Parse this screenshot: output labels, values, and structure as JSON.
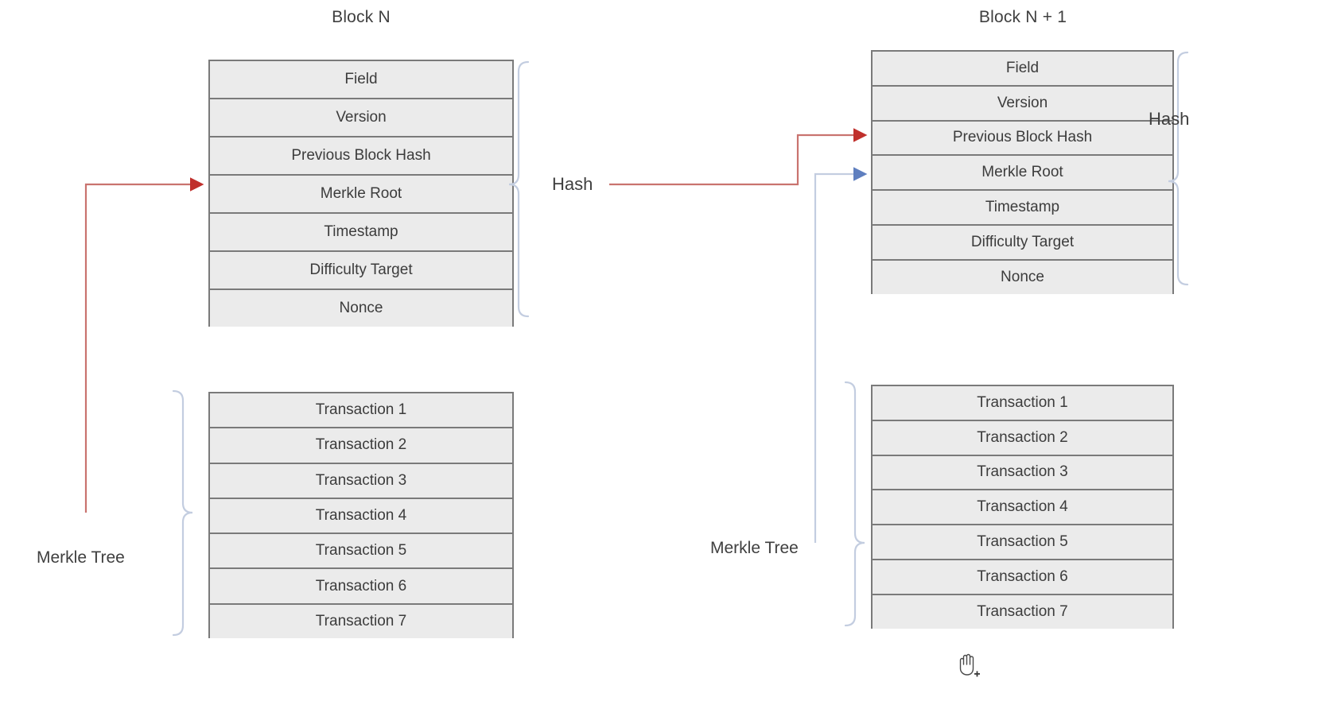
{
  "diagram": {
    "title_left": "Block N",
    "title_right": "Block N + 1",
    "hash_label_left": "Hash",
    "hash_label_right": "Hash",
    "merkle_label_left": "Merkle Tree",
    "merkle_label_right": "Merkle Tree",
    "colors": {
      "cell_fill": "#ebebeb",
      "cell_border": "#7a7a7a",
      "brace": "#c3cde0",
      "connector_red": "#c9736f",
      "connector_blue": "#c3cde0",
      "text": "#3f3f3f"
    }
  },
  "block_left": {
    "header_rows": [
      "Field",
      "Version",
      "Previous Block Hash",
      "Merkle Root",
      "Timestamp",
      "Difficulty Target",
      "Nonce"
    ],
    "transaction_rows": [
      "Transaction 1",
      "Transaction 2",
      "Transaction 3",
      "Transaction 4",
      "Transaction 5",
      "Transaction 6",
      "Transaction 7"
    ]
  },
  "block_right": {
    "header_rows": [
      "Field",
      "Version",
      "Previous Block Hash",
      "Merkle Root",
      "Timestamp",
      "Difficulty Target",
      "Nonce"
    ],
    "transaction_rows": [
      "Transaction 1",
      "Transaction 2",
      "Transaction 3",
      "Transaction 4",
      "Transaction 5",
      "Transaction 6",
      "Transaction 7"
    ]
  },
  "cursor": {
    "icon": "open-hand-move-cursor"
  }
}
